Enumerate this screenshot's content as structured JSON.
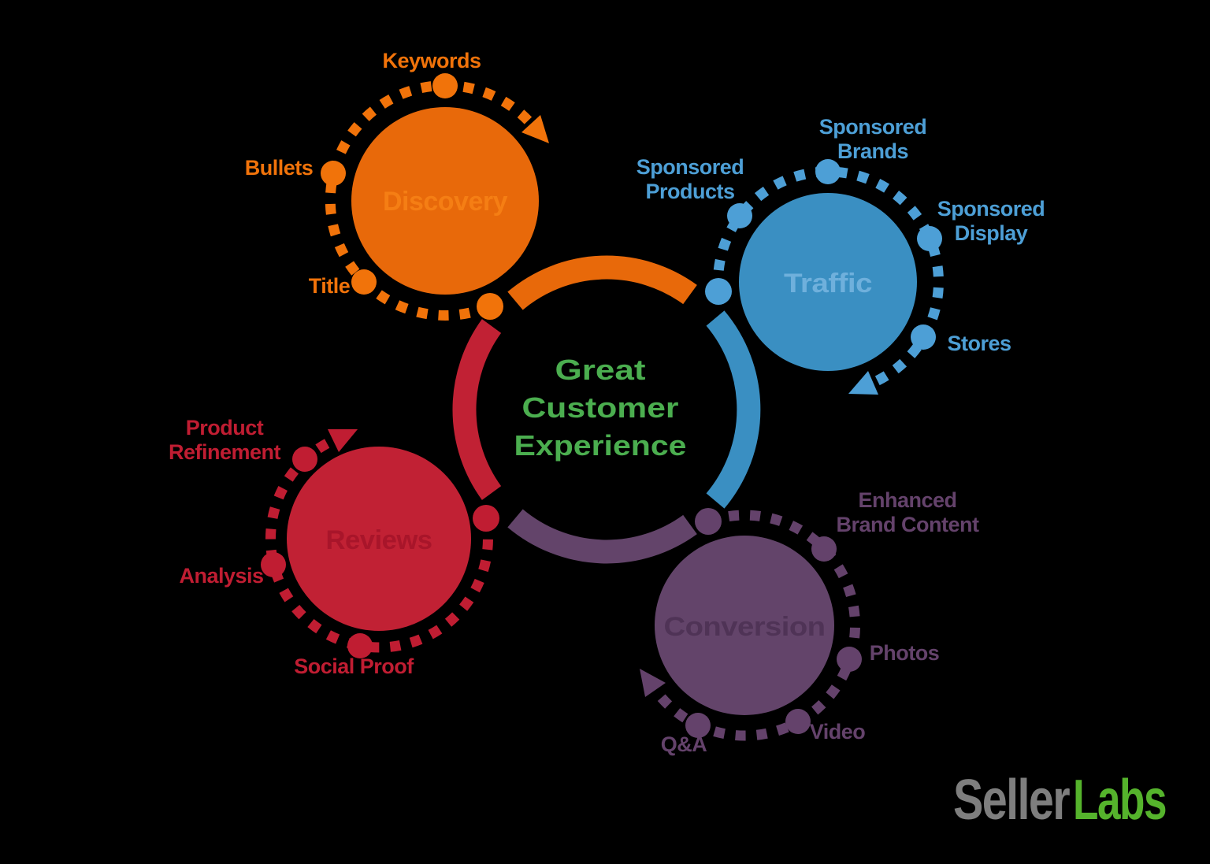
{
  "center": {
    "line1": "Great",
    "line2": "Customer",
    "line3": "Experience"
  },
  "discovery": {
    "label": "Discovery",
    "keywords": "Keywords",
    "bullets": "Bullets",
    "title": "Title"
  },
  "traffic": {
    "label": "Traffic",
    "sponsored_products_line1": "Sponsored",
    "sponsored_products_line2": "Products",
    "sponsored_brands_line1": "Sponsored",
    "sponsored_brands_line2": "Brands",
    "sponsored_display_line1": "Sponsored",
    "sponsored_display_line2": "Display",
    "stores": "Stores"
  },
  "reviews": {
    "label": "Reviews",
    "product_refinement_line1": "Product",
    "product_refinement_line2": "Refinement",
    "analysis": "Analysis",
    "social_proof": "Social Proof"
  },
  "conversion": {
    "label": "Conversion",
    "enhanced_brand_content_line1": "Enhanced",
    "enhanced_brand_content_line2": "Brand Content",
    "photos": "Photos",
    "video": "Video",
    "qa": "Q&A"
  },
  "logo": {
    "seller": "Seller",
    "labs": "Labs"
  },
  "colors": {
    "background": "#000000",
    "orange_circle": "#E8690A",
    "orange_accent": "#F1730A",
    "orange_inner_text": "#F57E14",
    "blue_circle": "#3A8FC2",
    "blue_accent": "#4D9FD6",
    "blue_inner_text": "#6FB0DC",
    "red_circle": "#C12134",
    "red_accent": "#C01D32",
    "red_inner_text": "#A8152A",
    "purple_circle": "#63446A",
    "purple_accent": "#64426B",
    "purple_inner_text": "#4F3356",
    "center_text_green": "#4BAE4F",
    "logo_gray": "#7E7E7E",
    "logo_green": "#55B32C"
  }
}
